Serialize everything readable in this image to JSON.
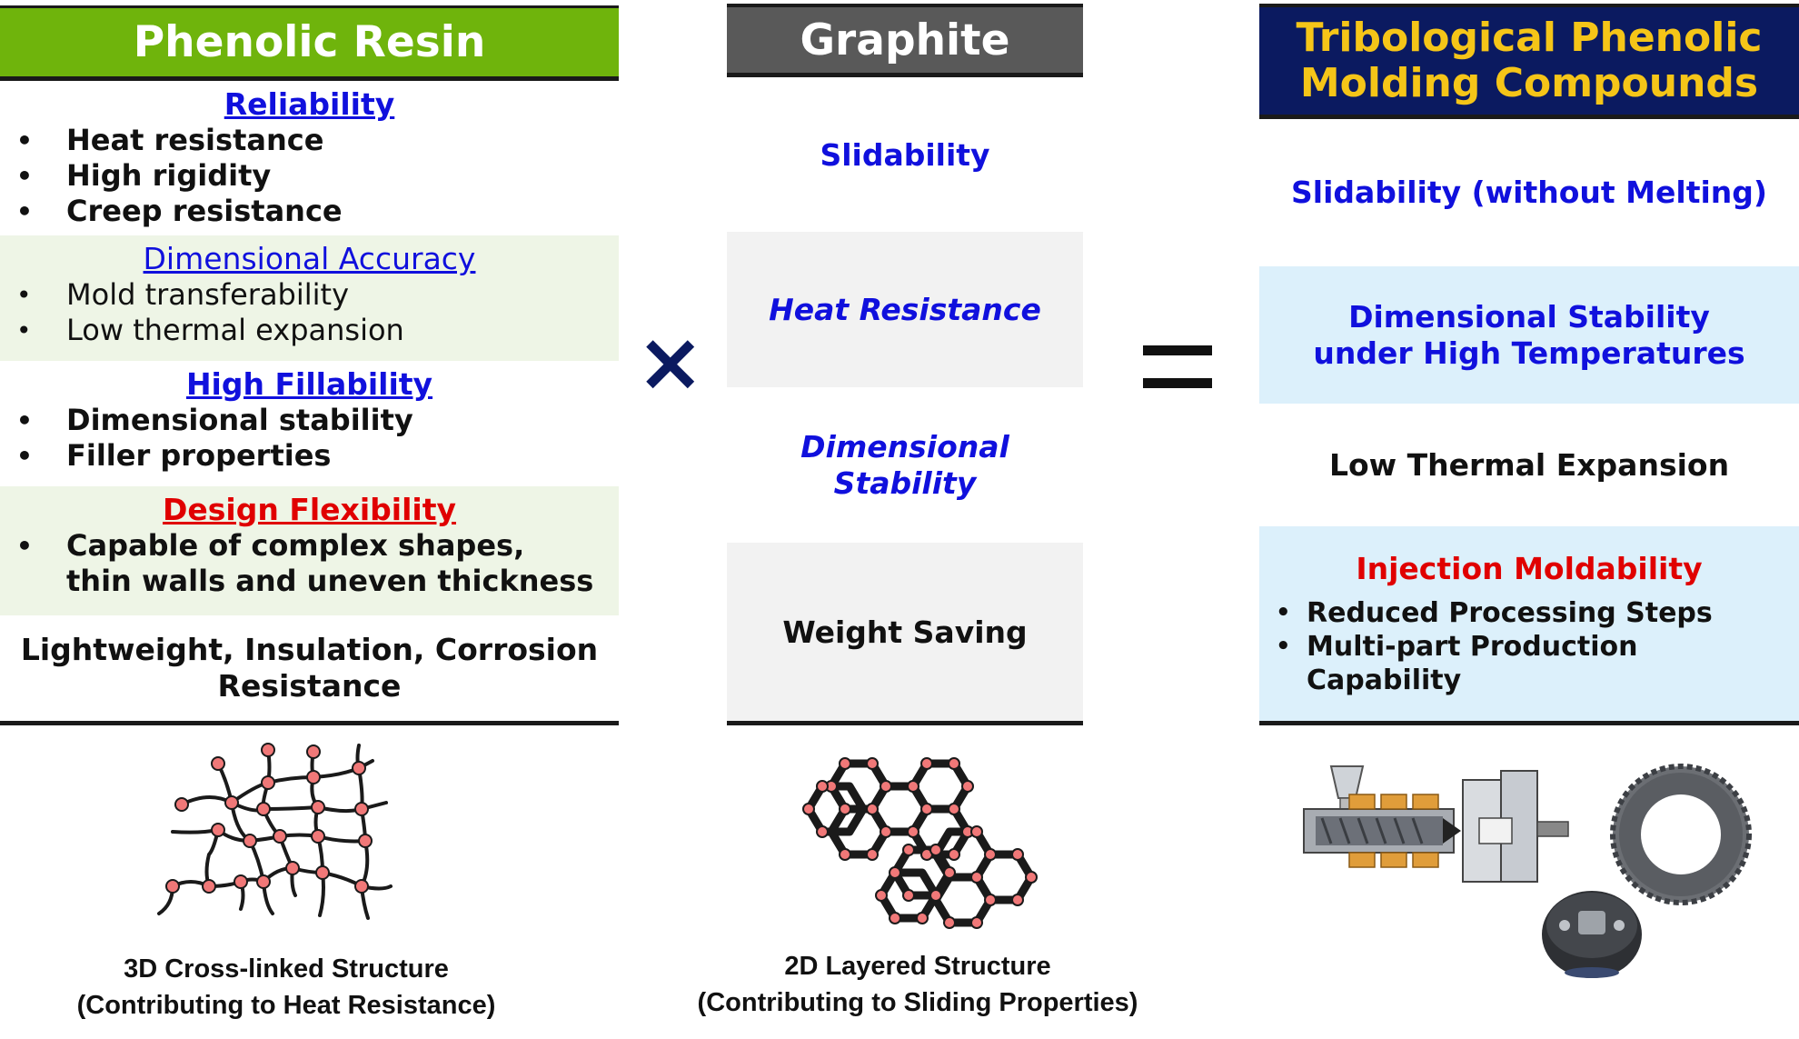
{
  "phenolic_resin": {
    "title": "Phenolic Resin",
    "sections": [
      {
        "title": "Reliability",
        "title_color": "#1010dd",
        "bullets": [
          "Heat resistance",
          "High rigidity",
          "Creep resistance"
        ]
      },
      {
        "title": "Dimensional Accuracy",
        "title_color": "#1010dd",
        "bullets": [
          "Mold transferability",
          "Low thermal expansion"
        ]
      },
      {
        "title": "High Fillability",
        "title_color": "#1010dd",
        "bullets": [
          "Dimensional stability",
          "Filler properties"
        ]
      },
      {
        "title": "Design Flexibility",
        "title_color": "#e00000",
        "bullets": [
          {
            "line1": "Capable of complex shapes,",
            "line2": "thin walls and uneven thickness"
          }
        ]
      }
    ],
    "footer": {
      "line1": "Lightweight, Insulation, Corrosion",
      "line2": "Resistance"
    },
    "bullet_symbol": "•",
    "caption": {
      "line1": "3D Cross-linked Structure",
      "line2": "(Contributing to Heat Resistance)"
    }
  },
  "operators": {
    "times": "×",
    "equals": "="
  },
  "graphite": {
    "title": "Graphite",
    "rows": [
      {
        "line1": "Slidability"
      },
      {
        "line1": "Heat Resistance"
      },
      {
        "line1": "Dimensional",
        "line2": "Stability"
      },
      {
        "line1": "Weight Saving"
      }
    ],
    "caption": {
      "line1": "2D Layered Structure",
      "line2": "(Contributing to Sliding Properties)"
    }
  },
  "compounds": {
    "title_line1": "Tribological Phenolic",
    "title_line2": "Molding Compounds",
    "rows": [
      {
        "line1": "Slidability (without Melting)"
      },
      {
        "line1": "Dimensional Stability",
        "line2": "under High Temperatures"
      },
      {
        "line1": "Low Thermal Expansion"
      },
      {
        "line1": "Injection Moldability",
        "bullets": [
          "Reduced Processing Steps",
          "Multi-part Production Capability"
        ]
      }
    ]
  },
  "colors": {
    "phenolic_header": "#6fb40c",
    "graphite_header": "#595959",
    "compounds_header": "#0b1a60",
    "compounds_title_text": "#f5c518",
    "blue_text": "#1010dd",
    "red_text": "#e00000",
    "node_fill": "#f07878"
  }
}
